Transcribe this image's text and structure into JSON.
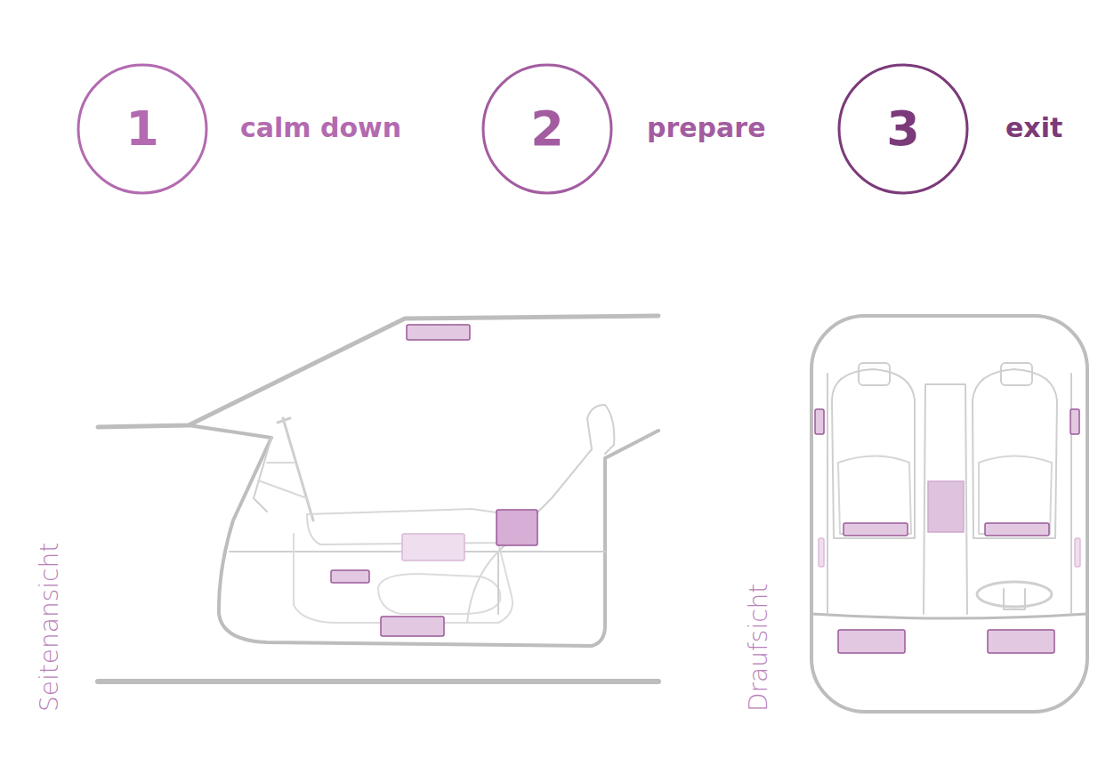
{
  "diagram": {
    "nodes": [
      {
        "text": [
          "1",
          "calm down"
        ]
      },
      {
        "text": [
          "2",
          "prepare"
        ]
      },
      {
        "text": [
          "3",
          "exit"
        ]
      }
    ],
    "labels": [
      "Seitenansicht",
      "Draufsicht"
    ]
  }
}
